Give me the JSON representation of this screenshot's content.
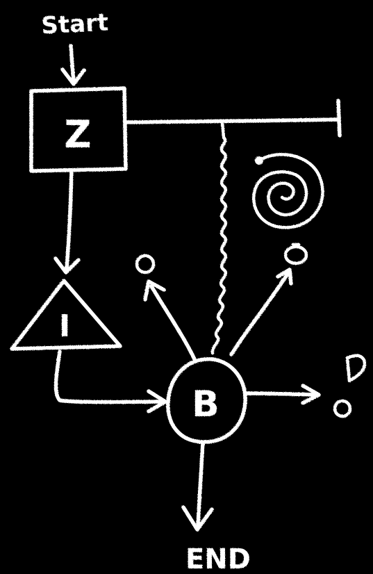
{
  "diagram": {
    "start_label": "Start",
    "z_label": "Z",
    "i_label": "I",
    "b_label": "B",
    "end_label": "END"
  },
  "colors": {
    "background": "#000000",
    "ink": "#ffffff"
  }
}
